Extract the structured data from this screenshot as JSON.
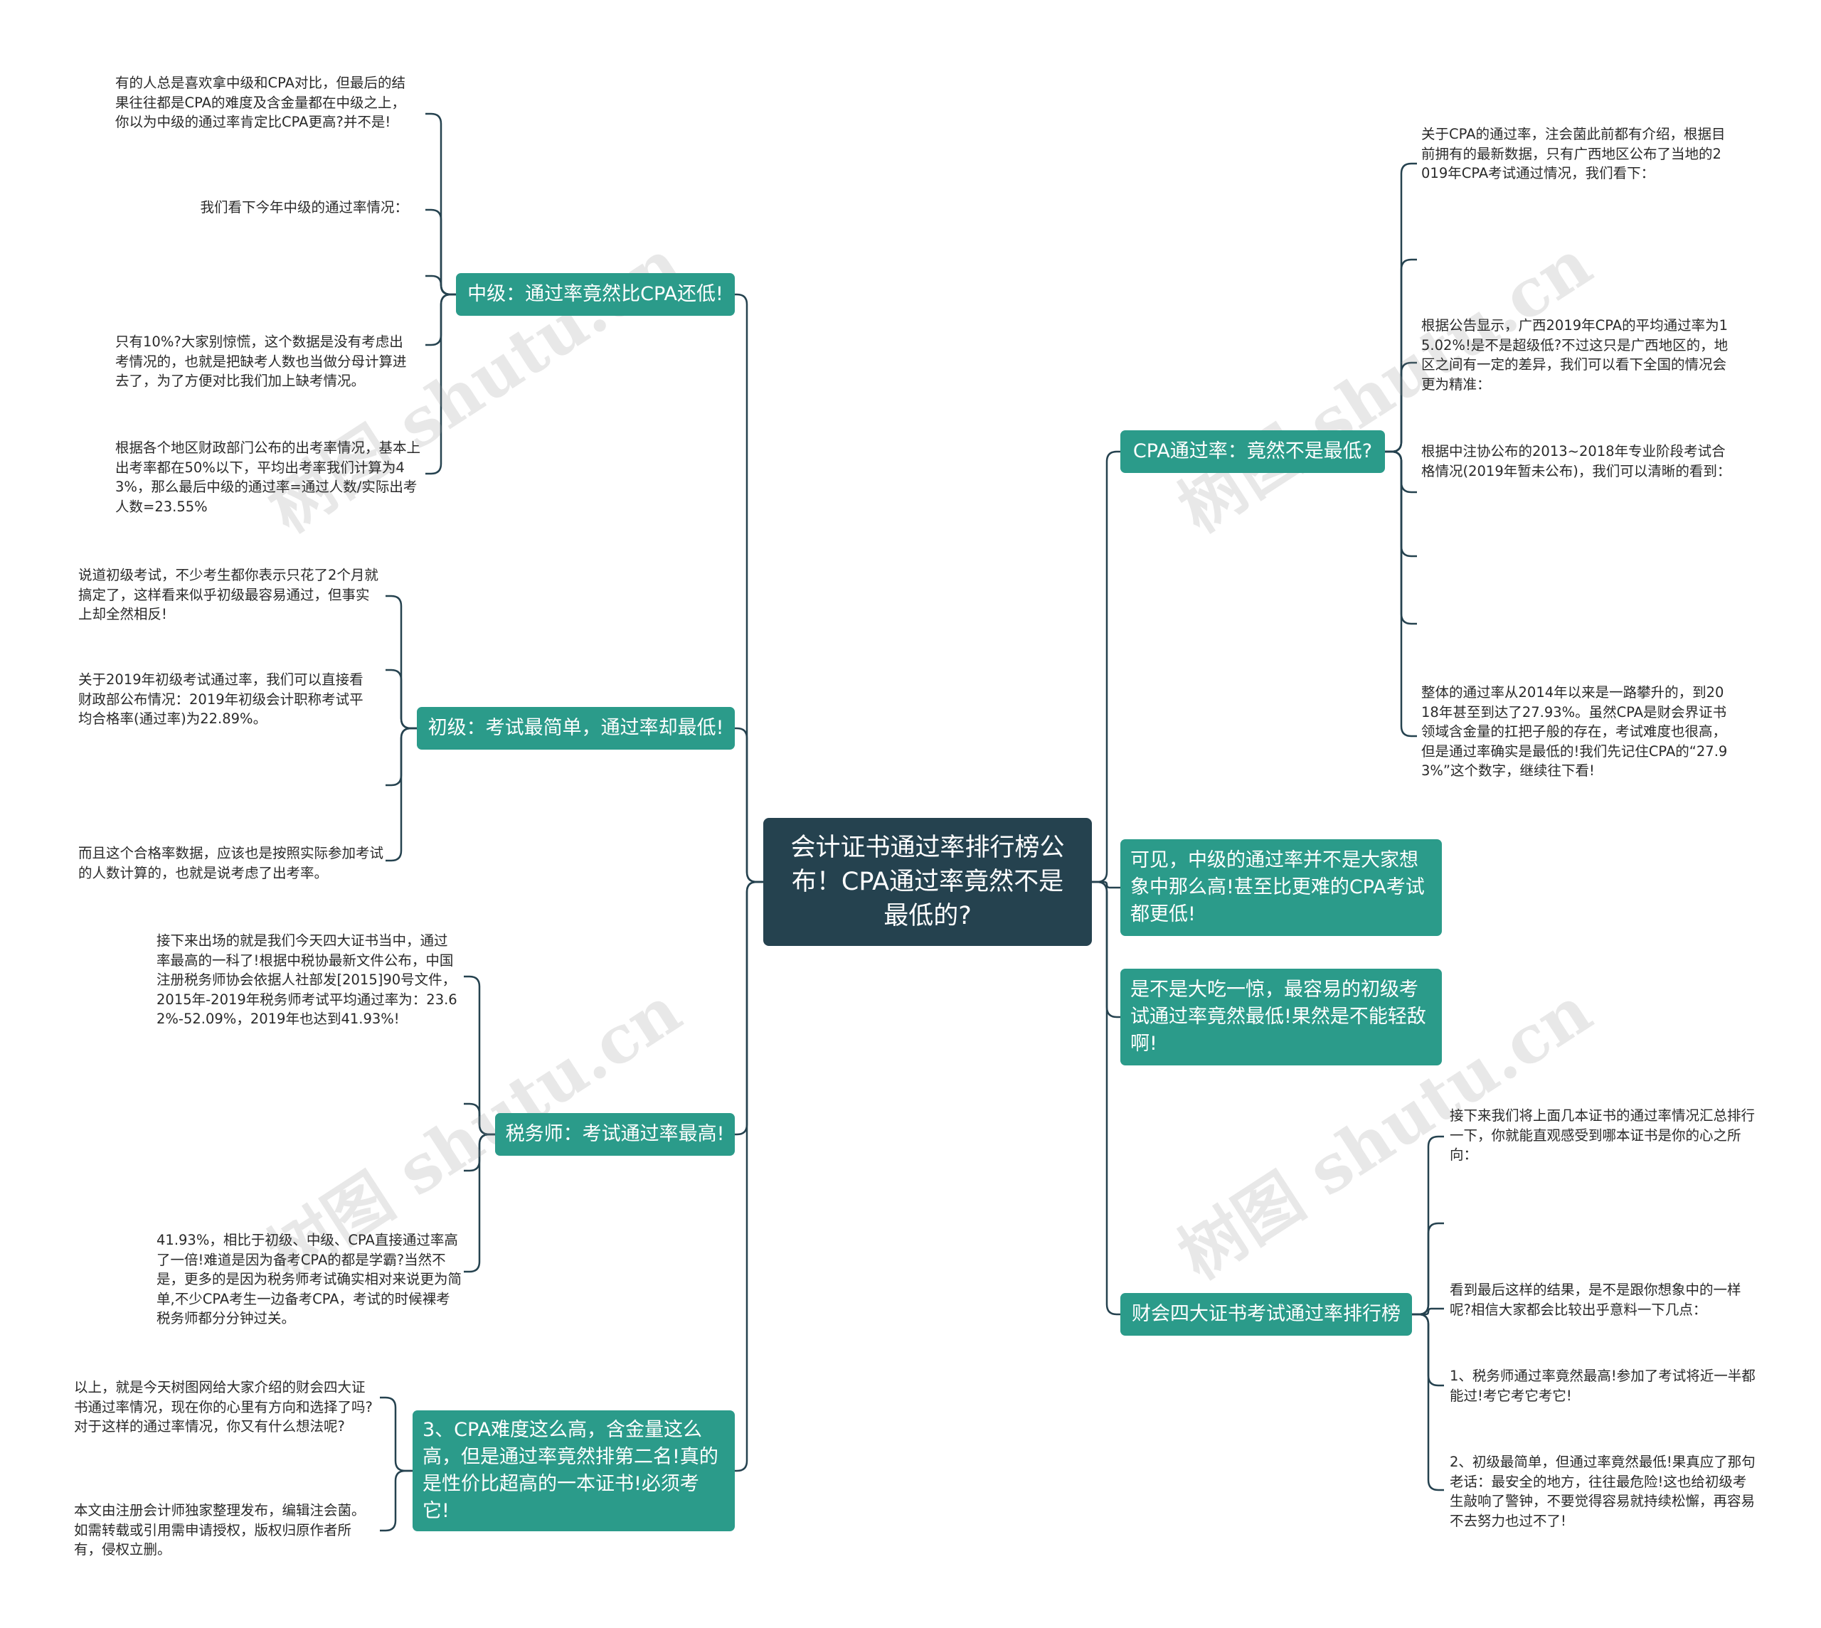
{
  "root": {
    "title": "会计证书通过率排行榜公布！CPA通过率竟然不是最低的?"
  },
  "left_branches": [
    {
      "label": "中级：通过率竟然比CPA还低!",
      "leaves": [
        "有的人总是喜欢拿中级和CPA对比，但最后的结果往往都是CPA的难度及含金量都在中级之上，你以为中级的通过率肯定比CPA更高?并不是!",
        "我们看下今年中级的通过率情况：",
        "",
        "只有10%?大家别惊慌，这个数据是没有考虑出考情况的，也就是把缺考人数也当做分母计算进去了，为了方便对比我们加上缺考情况。",
        "根据各个地区财政部门公布的出考率情况，基本上出考率都在50%以下，平均出考率我们计算为43%，那么最后中级的通过率=通过人数/实际出考人数=23.55%"
      ]
    },
    {
      "label": "初级：考试最简单，通过率却最低!",
      "leaves": [
        "说道初级考试，不少考生都你表示只花了2个月就搞定了，这样看来似乎初级最容易通过，但事实上却全然相反!",
        "关于2019年初级考试通过率，我们可以直接看财政部公布情况：2019年初级会计职称考试平均合格率(通过率)为22.89%。",
        "",
        "而且这个合格率数据，应该也是按照实际参加考试的人数计算的，也就是说考虑了出考率。"
      ]
    },
    {
      "label": "税务师：考试通过率最高!",
      "leaves": [
        "接下来出场的就是我们今天四大证书当中，通过率最高的一科了!根据中税协最新文件公布，中国注册税务师协会依据人社部发[2015]90号文件，2015年-2019年税务师考试平均通过率为：23.62%-52.09%，2019年也达到41.93%!",
        "",
        "",
        "41.93%，相比于初级、中级、CPA直接通过率高了一倍!难道是因为备考CPA的都是学霸?当然不是，更多的是因为税务师考试确实相对来说更为简单,不少CPA考生一边备考CPA，考试的时候裸考税务师都分分钟过关。"
      ]
    },
    {
      "label": "3、CPA难度这么高，含金量这么高，但是通过率竟然排第二名!真的是性价比超高的一本证书!必须考它!",
      "leaves": [
        "以上，就是今天树图网给大家介绍的财会四大证书通过率情况，现在你的心里有方向和选择了吗?对于这样的通过率情况，你又有什么想法呢?",
        "本文由注册会计师独家整理发布，编辑注会菌。如需转载或引用需申请授权，版权归原作者所有，侵权立删。"
      ]
    }
  ],
  "right_branches": [
    {
      "label": "CPA通过率：竟然不是最低?",
      "leaves": [
        "关于CPA的通过率，注会菌此前都有介绍，根据目前拥有的最新数据，只有广西地区公布了当地的2019年CPA考试通过情况，我们看下：",
        "",
        "根据公告显示，广西2019年CPA的平均通过率为15.02%!是不是超级低?不过这只是广西地区的，地区之间有一定的差异，我们可以看下全国的情况会更为精准：",
        "根据中注协公布的2013~2018年专业阶段考试合格情况(2019年暂未公布)，我们可以清晰的看到：",
        "",
        "",
        "整体的通过率从2014年以来是一路攀升的，到2018年甚至到达了27.93%。虽然CPA是财会界证书领域含金量的扛把子般的存在，考试难度也很高，但是通过率确实是最低的!我们先记住CPA的“27.93%”这个数字，继续往下看!"
      ]
    },
    {
      "label": "可见，中级的通过率并不是大家想象中那么高!甚至比更难的CPA考试都更低!",
      "leaves": []
    },
    {
      "label": "是不是大吃一惊，最容易的初级考试通过率竟然最低!果然是不能轻敌啊!",
      "leaves": []
    },
    {
      "label": "财会四大证书考试通过率排行榜",
      "leaves": [
        "接下来我们将上面几本证书的通过率情况汇总排行一下，你就能直观感受到哪本证书是你的心之所向：",
        "",
        "看到最后这样的结果，是不是跟你想象中的一样呢?相信大家都会比较出乎意料一下几点：",
        "1、税务师通过率竟然最高!参加了考试将近一半都能过!考它考它考它!",
        "2、初级最简单，但通过率竟然最低!果真应了那句老话：最安全的地方，往往最危险!这也给初级考生敲响了警钟，不要觉得容易就持续松懈，再容易不去努力也过不了!"
      ]
    }
  ],
  "watermarks": [
    "树图 shutu.cn",
    "树图 shutu.cn",
    "树图 shutu.cn",
    "树图 shutu.cn"
  ],
  "colors": {
    "root_bg": "#25424f",
    "branch_bg": "#2b9b8a",
    "line": "#25424f",
    "text": "#2a2a2a",
    "background": "#ffffff"
  }
}
